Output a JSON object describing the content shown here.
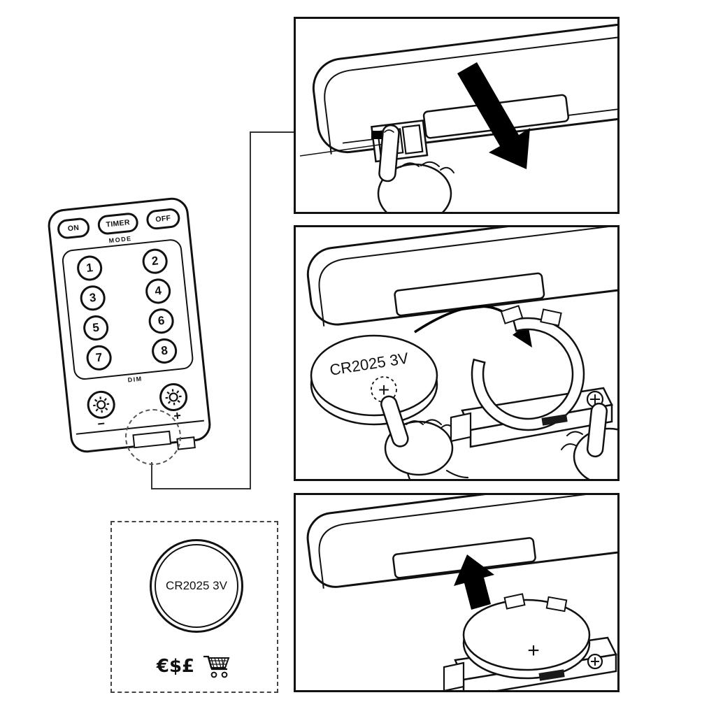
{
  "remote": {
    "power_buttons": {
      "on": "ON",
      "timer": "TIMER",
      "off": "OFF"
    },
    "mode_label": "MODE",
    "digits": [
      "1",
      "2",
      "3",
      "4",
      "5",
      "6",
      "7",
      "8"
    ],
    "dim_label": "DIM",
    "brightness_minus": "−",
    "brightness_plus": "+"
  },
  "battery": {
    "model": "CR2025 3V",
    "polarity": "+"
  },
  "purchase_box": {
    "battery_label": "CR2025 3V",
    "currencies": "€$£"
  },
  "colors": {
    "line": "#111111",
    "arrow": "#000000"
  }
}
